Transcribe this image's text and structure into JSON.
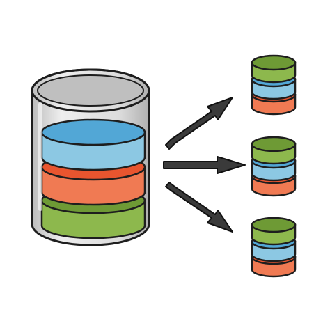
{
  "colors": {
    "blue": "#52A7D6",
    "blue_side": "#8CC8E3",
    "red": "#E8552F",
    "red_side": "#F07A53",
    "green": "#6E9A35",
    "green_side": "#8DB84D",
    "glass": "#E6E6E6",
    "glass_shade": "#C9C9C9",
    "arrow": "#3A3A3A",
    "outline": "#1E1E1E"
  },
  "diagram": {
    "source": {
      "icon": "database-cylinder-icon",
      "layers": [
        "blue",
        "red",
        "green"
      ]
    },
    "arrows": [
      {
        "icon": "arrow-up-right-icon"
      },
      {
        "icon": "arrow-right-icon"
      },
      {
        "icon": "arrow-down-right-icon"
      }
    ],
    "targets": [
      {
        "icon": "database-stack-icon",
        "layers": [
          "green",
          "blue",
          "red"
        ]
      },
      {
        "icon": "database-stack-icon",
        "layers": [
          "green",
          "blue",
          "red"
        ]
      },
      {
        "icon": "database-stack-icon",
        "layers": [
          "green",
          "blue",
          "red"
        ]
      }
    ]
  }
}
